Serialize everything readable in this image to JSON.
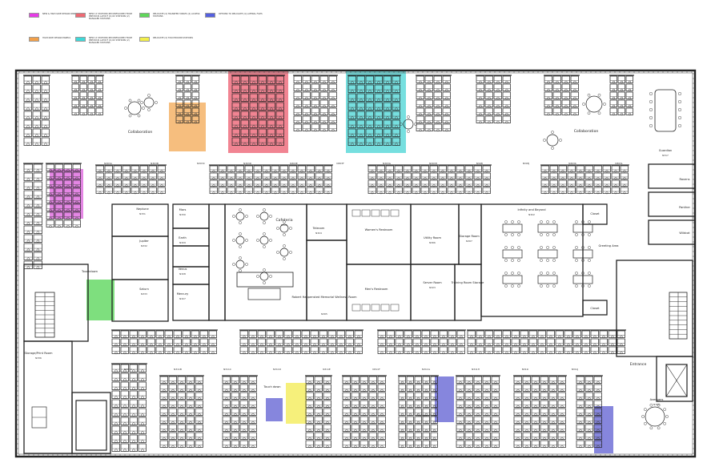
{
  "legend": [
    {
      "label": "NEW & HIGH-SIDE DESIGN PANELS",
      "color": "#e63be6"
    },
    {
      "label": "HIGH-SIDE DESIGN PANELS",
      "color": "#f2a04a"
    },
    {
      "label": "NEW 1X STATIONS RECONFIGURED FROM PREVIOUS LAYOUT (4) 6X STATIONS (2) MANAGER STATIONS",
      "color": "#ee6a74"
    },
    {
      "label": "NEW 1X STATIONS RECONFIGURED FROM PREVIOUS LAYOUT (4) 6X STATIONS (2) MANAGER STATIONS",
      "color": "#3fd8d8"
    },
    {
      "label": "RELOCATE (4) TRANSFER TABLES (2) ACCESS STATIONS",
      "color": "#5fd65a"
    },
    {
      "label": "RELOCATE (4) TOUCHDOWN STATIONS",
      "color": "#f2ef4a"
    },
    {
      "label": "OPTIONS TO RELOCATE (4) LATERAL FILES",
      "color": "#5560e0"
    }
  ],
  "highlights": [
    {
      "name": "highlight-magenta-panels",
      "color": "#d43bd4"
    },
    {
      "name": "highlight-orange-panels",
      "color": "#f0962e"
    },
    {
      "name": "highlight-red-stations",
      "color": "#e8384f"
    },
    {
      "name": "highlight-cyan-stations",
      "color": "#22cccc"
    },
    {
      "name": "highlight-green-tables",
      "color": "#2ecc2e"
    },
    {
      "name": "highlight-yellow-touchdown",
      "color": "#f0e62a"
    },
    {
      "name": "highlight-blue-files-1",
      "color": "#3b3bc8"
    },
    {
      "name": "highlight-blue-files-2",
      "color": "#3b3bc8"
    },
    {
      "name": "highlight-blue-files-3",
      "color": "#3b3bc8"
    }
  ],
  "rooms": {
    "collaboration_left": "Collaboration",
    "collaboration_top_right": "Collaboration",
    "guardian": "Guardian",
    "guardian_code": "N317",
    "neptune": "Neptune",
    "neptune_code": "N331",
    "jupiter": "Jupiter",
    "jupiter_code": "N332",
    "saturn": "Saturn",
    "saturn_code": "N333",
    "mars": "Mars",
    "mars_code": "N330",
    "earth": "Earth",
    "earth_code": "N329",
    "venus": "Venus",
    "venus_code": "N328",
    "mercury": "Mercury",
    "mercury_code": "N327",
    "cafeteria": "Cafeteria",
    "cafeteria_code": "N325",
    "telecom": "Telecom",
    "telecom_code": "N324",
    "womens_restroom": "Women's Restroom",
    "utility_room": "Utility Room",
    "utility_code": "N306",
    "storage_room": "Storage Room",
    "storage_code": "N307",
    "infinity_beyond": "Infinity and Beyond",
    "infinity_code": "N322",
    "closet_1": "Closet",
    "closet_2": "Closet",
    "greeting_area": "Greeting Area",
    "server_room": "Server Room",
    "server_code": "N323",
    "training_storage": "Training Room Storage",
    "mens_restroom": "Men's Restroom",
    "memorial_room": "Robert Happensted Memorial Wellness Room",
    "memorial_code": "N305",
    "touchdown": "Touchdown",
    "touchdown_2": "Touch down",
    "storage_print": "Storage/Print Room",
    "storage_print_code": "N336",
    "entrance": "Entrance",
    "avengers": "Avengers",
    "avengers_code": "N321",
    "ravens": "Ravens",
    "panther": "Panther",
    "wildcat": "Wildcat",
    "collaboration_bottom": "Collaboration"
  },
  "codes_top_row": [
    "N303A",
    "N303B",
    "N303C",
    "N303D",
    "N303E",
    "N303F",
    "N303G",
    "N303H",
    "N303I",
    "N303J",
    "N303K",
    "N303L"
  ],
  "codes_bottom_row": [
    "N311A",
    "N311B",
    "N311C",
    "N311D",
    "N311E",
    "N311F",
    "N311G",
    "N311H",
    "N311I",
    "N311J"
  ]
}
